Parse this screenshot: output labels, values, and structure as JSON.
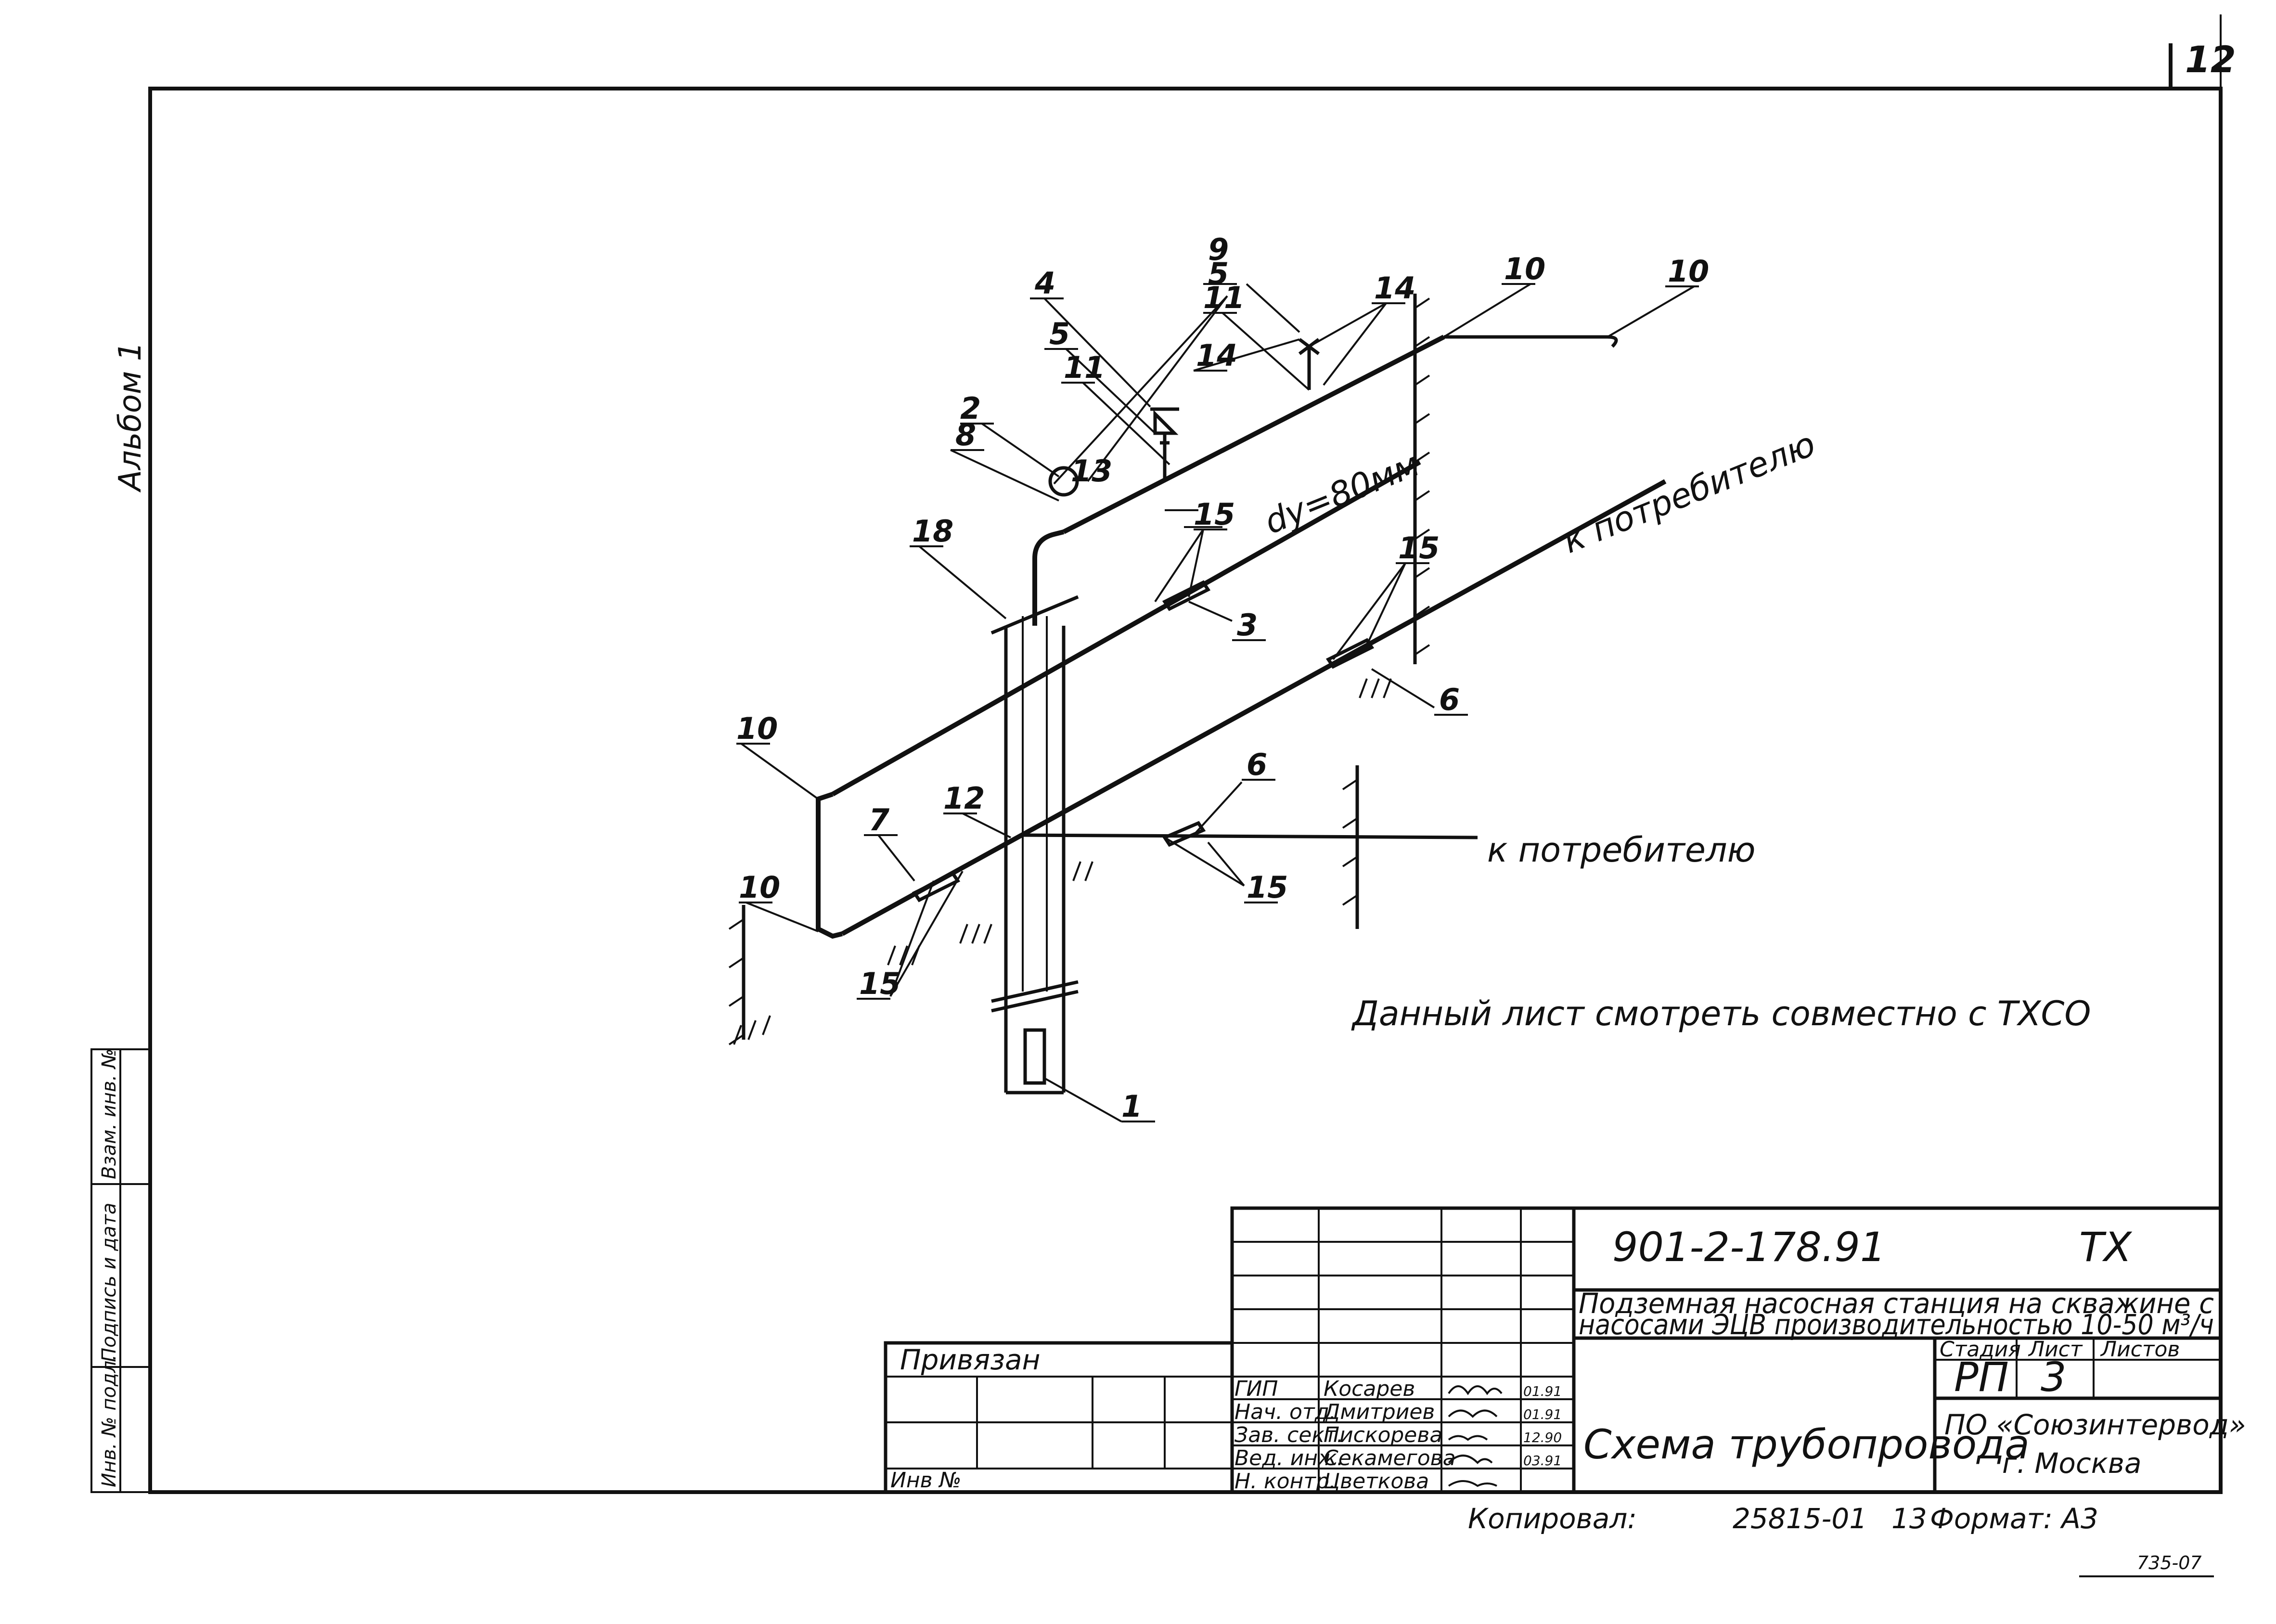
{
  "sheet": {
    "page_number": "12",
    "album_label": "Альбом 1",
    "margin_stamps": [
      "Инв. № подл.",
      "Подпись и дата",
      "Взам. инв. №"
    ],
    "bottom_right_code": "735-07"
  },
  "diagram": {
    "pipe_diameter_label": "dу=80мм",
    "destination_upper": "к потребителю",
    "destination_lower": "к потребителю",
    "note": "Данный лист смотреть совместно с ТХСО",
    "callouts": {
      "c1": "1",
      "c2": "2",
      "c3": "3",
      "c4": "4",
      "c5a": "5",
      "c5b": "5",
      "c6a": "6",
      "c6b": "6",
      "c7": "7",
      "c8": "8",
      "c9": "9",
      "c10a": "10",
      "c10b": "10",
      "c10c": "10",
      "c10d": "10",
      "c11a": "11",
      "c11b": "11",
      "c12": "12",
      "c13": "13",
      "c14a": "14",
      "c14b": "14",
      "c15a": "15",
      "c15b": "15",
      "c15c": "15",
      "c15d": "15",
      "c18": "18"
    }
  },
  "title_block": {
    "doc_code": "901-2-178.91",
    "mark": "ТХ",
    "project_title_line1": "Подземная насосная станция на скважине с",
    "project_title_line2": "насосами ЭЦВ производительностью 10-50 м³/ч",
    "privyazan_label": "Привязан",
    "inv_label": "Инв №",
    "sheet_title": "Схема трубопровода",
    "stage_header": "Стадия",
    "sheet_header": "Лист",
    "sheets_header": "Листов",
    "stage": "РП",
    "sheet_no": "3",
    "org_line1": "ПО «Союзинтервод»",
    "org_line2": "г. Москва",
    "signers": [
      {
        "role": "ГИП",
        "name": "Косарев",
        "date": "01.91"
      },
      {
        "role": "Нач. отд.",
        "name": "Дмитриев",
        "date": "01.91"
      },
      {
        "role": "Зав. сект.",
        "name": "Пискорева",
        "date": "12.90"
      },
      {
        "role": "Вед. инж.",
        "name": "Секамегова",
        "date": "03.91"
      },
      {
        "role": "Н. контр.",
        "name": "Цветкова",
        "date": ""
      }
    ],
    "copied_label": "Копировал:",
    "copy_number": "25815-01",
    "copy_sheet": "13",
    "format_label": "Формат: А3"
  }
}
